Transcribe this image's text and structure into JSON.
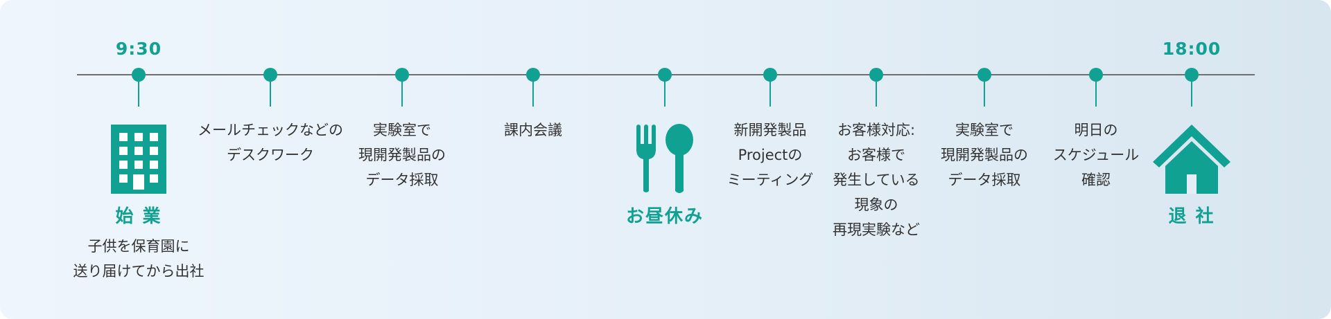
{
  "colors": {
    "accent": "#11a193",
    "line": "#6f6f6f",
    "text": "#333333"
  },
  "timeline": {
    "start": {
      "time": "9:30",
      "icon": "building-icon",
      "title": "始 業",
      "desc_line1": "子供を保育園に",
      "desc_line2": "送り届けてから出社"
    },
    "events": [
      {
        "line1": "メールチェックなどの",
        "line2": "デスクワーク"
      },
      {
        "line1": "実験室で",
        "line2": "現開発製品の",
        "line3": "データ採取"
      },
      {
        "line1": "課内会議"
      },
      {
        "line1": "新開発製品",
        "line2": "Projectの",
        "line3": "ミーティング"
      },
      {
        "line1": "お客様対応:",
        "line2": "お客様で",
        "line3": "発生している",
        "line4": "現象の",
        "line5": "再現実験など"
      },
      {
        "line1": "実験室で",
        "line2": "現開発製品の",
        "line3": "データ採取"
      },
      {
        "line1": "明日の",
        "line2": "スケジュール",
        "line3": "確認"
      }
    ],
    "lunch": {
      "icon": "fork-spoon-icon",
      "title": "お昼休み"
    },
    "end": {
      "time": "18:00",
      "icon": "home-icon",
      "title": "退 社"
    }
  }
}
